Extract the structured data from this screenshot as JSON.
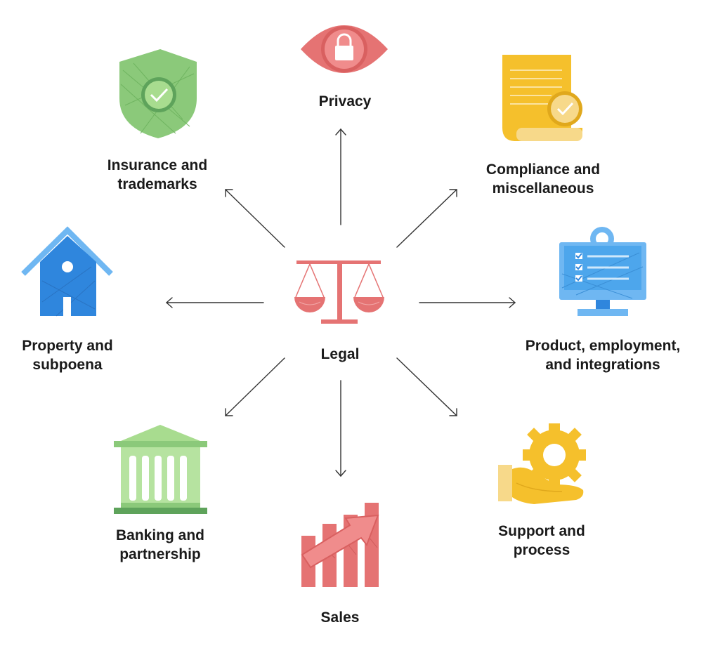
{
  "center": {
    "label": "Legal",
    "icon": "scales-of-justice-icon"
  },
  "nodes": [
    {
      "id": "privacy",
      "icon": "eye-lock-icon",
      "lines": [
        "Privacy"
      ]
    },
    {
      "id": "insurance",
      "icon": "shield-check-icon",
      "lines": [
        "Insurance and",
        "trademarks"
      ]
    },
    {
      "id": "compliance",
      "icon": "document-check-icon",
      "lines": [
        "Compliance and",
        "miscellaneous"
      ]
    },
    {
      "id": "property",
      "icon": "house-icon",
      "lines": [
        "Property and",
        "subpoena"
      ]
    },
    {
      "id": "product",
      "icon": "monitor-checklist-icon",
      "lines": [
        "Product, employment,",
        "and integrations"
      ]
    },
    {
      "id": "banking",
      "icon": "bank-building-icon",
      "lines": [
        "Banking and",
        "partnership"
      ]
    },
    {
      "id": "sales",
      "icon": "bar-chart-arrow-icon",
      "lines": [
        "Sales"
      ]
    },
    {
      "id": "support",
      "icon": "hand-gear-icon",
      "lines": [
        "Support and",
        "process"
      ]
    }
  ],
  "colors": {
    "red": "#e57373",
    "red_dark": "#c85c5c",
    "green": "#8bc97a",
    "green_dark": "#5ea35b",
    "yellow": "#f5c02c",
    "yellow_dark": "#e0a81c",
    "blue": "#2f86dd",
    "blue_light": "#6fb7f2",
    "arrow": "#333333"
  }
}
